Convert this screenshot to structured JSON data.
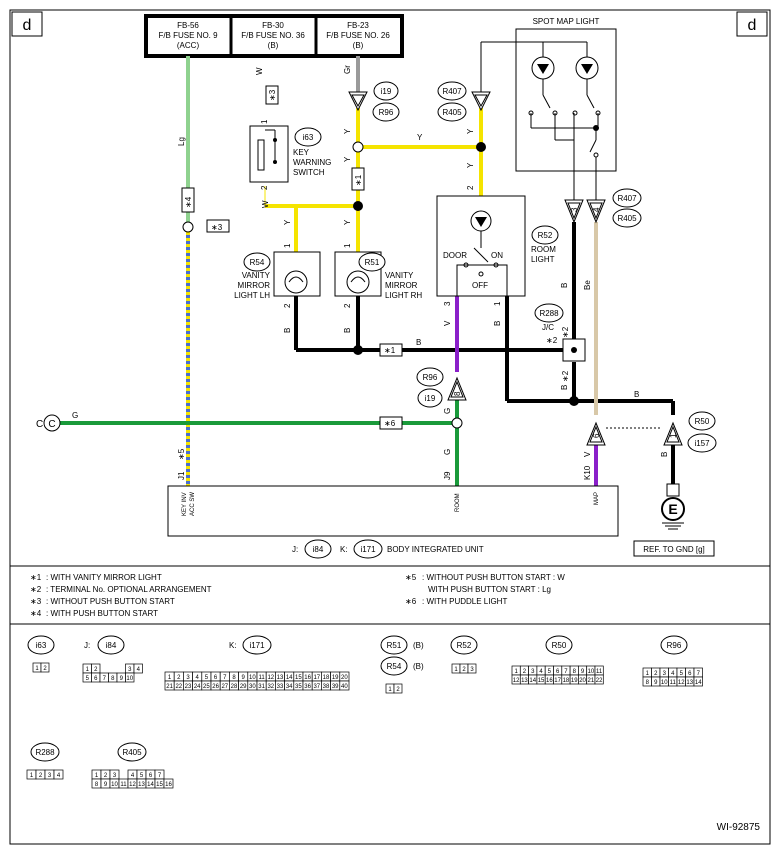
{
  "corner_label": "d",
  "diagram_id": "WI-92875",
  "fuse_boxes": [
    {
      "name": "FB-56",
      "desc": "F/B FUSE NO. 9",
      "sub": "(ACC)"
    },
    {
      "name": "FB-30",
      "desc": "F/B FUSE NO. 36",
      "sub": "(B)"
    },
    {
      "name": "FB-23",
      "desc": "F/B FUSE NO. 26",
      "sub": "(B)"
    }
  ],
  "spot_map_light": "SPOT MAP LIGHT",
  "key_warning_switch": {
    "ref": "i63",
    "label": [
      "KEY",
      "WARNING",
      "SWITCH"
    ]
  },
  "vanity_lh": {
    "ref": "R54",
    "label": [
      "VANITY",
      "MIRROR",
      "LIGHT LH"
    ]
  },
  "vanity_rh": {
    "ref": "R51",
    "label": [
      "VANITY",
      "MIRROR",
      "LIGHT RH"
    ]
  },
  "room_light": {
    "ref": "R52",
    "label": [
      "ROOM",
      "LIGHT"
    ],
    "door": "DOOR",
    "on": "ON",
    "off": "OFF"
  },
  "jc": {
    "ref": "R288",
    "label": "J/C"
  },
  "connector_refs": {
    "i19": "i19",
    "R96": "R96",
    "R407": "R407",
    "R405": "R405",
    "R50": "R50",
    "i157": "i157"
  },
  "wire_colors": {
    "W": "W",
    "Gr": "Gr",
    "Lg": "Lg",
    "Y": "Y",
    "B": "B",
    "V": "V",
    "G": "G",
    "Be": "Be"
  },
  "markers": {
    "s1": "∗1",
    "s2": "∗2",
    "s3": "∗3",
    "s4": "∗4",
    "s5": "∗5",
    "s6": "∗6"
  },
  "pins": {
    "p1": "1",
    "p2": "2",
    "p3": "3",
    "p4": "4",
    "p5": "5",
    "p6": "6",
    "p7": "7",
    "p8": "8",
    "p9": "9",
    "p10": "10"
  },
  "body_unit": {
    "j_label": "J:",
    "j_ref": "i84",
    "k_label": "K:",
    "k_ref": "i171",
    "name": "BODY INTEGRATED UNIT",
    "pin_j1": "J1",
    "pin_j9": "J9",
    "pin_k10": "K10",
    "sig_keyinv": "KEY INV",
    "sig_accsw": "ACC SW",
    "sig_room": "ROOM",
    "sig_map": "MAP"
  },
  "ground": {
    "symbol": "E",
    "ref": "REF. TO GND [g]"
  },
  "c_label": "C",
  "notes": [
    {
      "mark": "∗1",
      "text": ": WITH VANITY MIRROR LIGHT"
    },
    {
      "mark": "∗2",
      "text": ": TERMINAL No. OPTIONAL ARRANGEMENT"
    },
    {
      "mark": "∗3",
      "text": ": WITHOUT PUSH BUTTON START"
    },
    {
      "mark": "∗4",
      "text": ": WITH PUSH BUTTON START"
    },
    {
      "mark": "∗5",
      "text": ": WITHOUT PUSH BUTTON START  : W"
    },
    {
      "mark": "",
      "text": "WITH PUSH BUTTON START  : Lg"
    },
    {
      "mark": "∗6",
      "text": ": WITH PUDDLE LIGHT"
    }
  ],
  "connectors": {
    "i63": {
      "ref": "i63"
    },
    "i84": {
      "prefix": "J:",
      "ref": "i84"
    },
    "i171": {
      "prefix": "K:",
      "ref": "i171"
    },
    "R51": {
      "ref": "R51",
      "suffix": "(B)"
    },
    "R54": {
      "ref": "R54",
      "suffix": "(B)"
    },
    "R52": {
      "ref": "R52"
    },
    "R50": {
      "ref": "R50"
    },
    "R96": {
      "ref": "R96"
    },
    "R288": {
      "ref": "R288"
    },
    "R405": {
      "ref": "R405"
    }
  },
  "colors": {
    "lg": "#8fd28f",
    "yellow": "#f5e400",
    "black": "#000000",
    "violet": "#8a1fc9",
    "green": "#1a9a3a",
    "beige": "#d8c8a8",
    "gray": "#9a9a9a",
    "blue": "#4a6fd0"
  }
}
